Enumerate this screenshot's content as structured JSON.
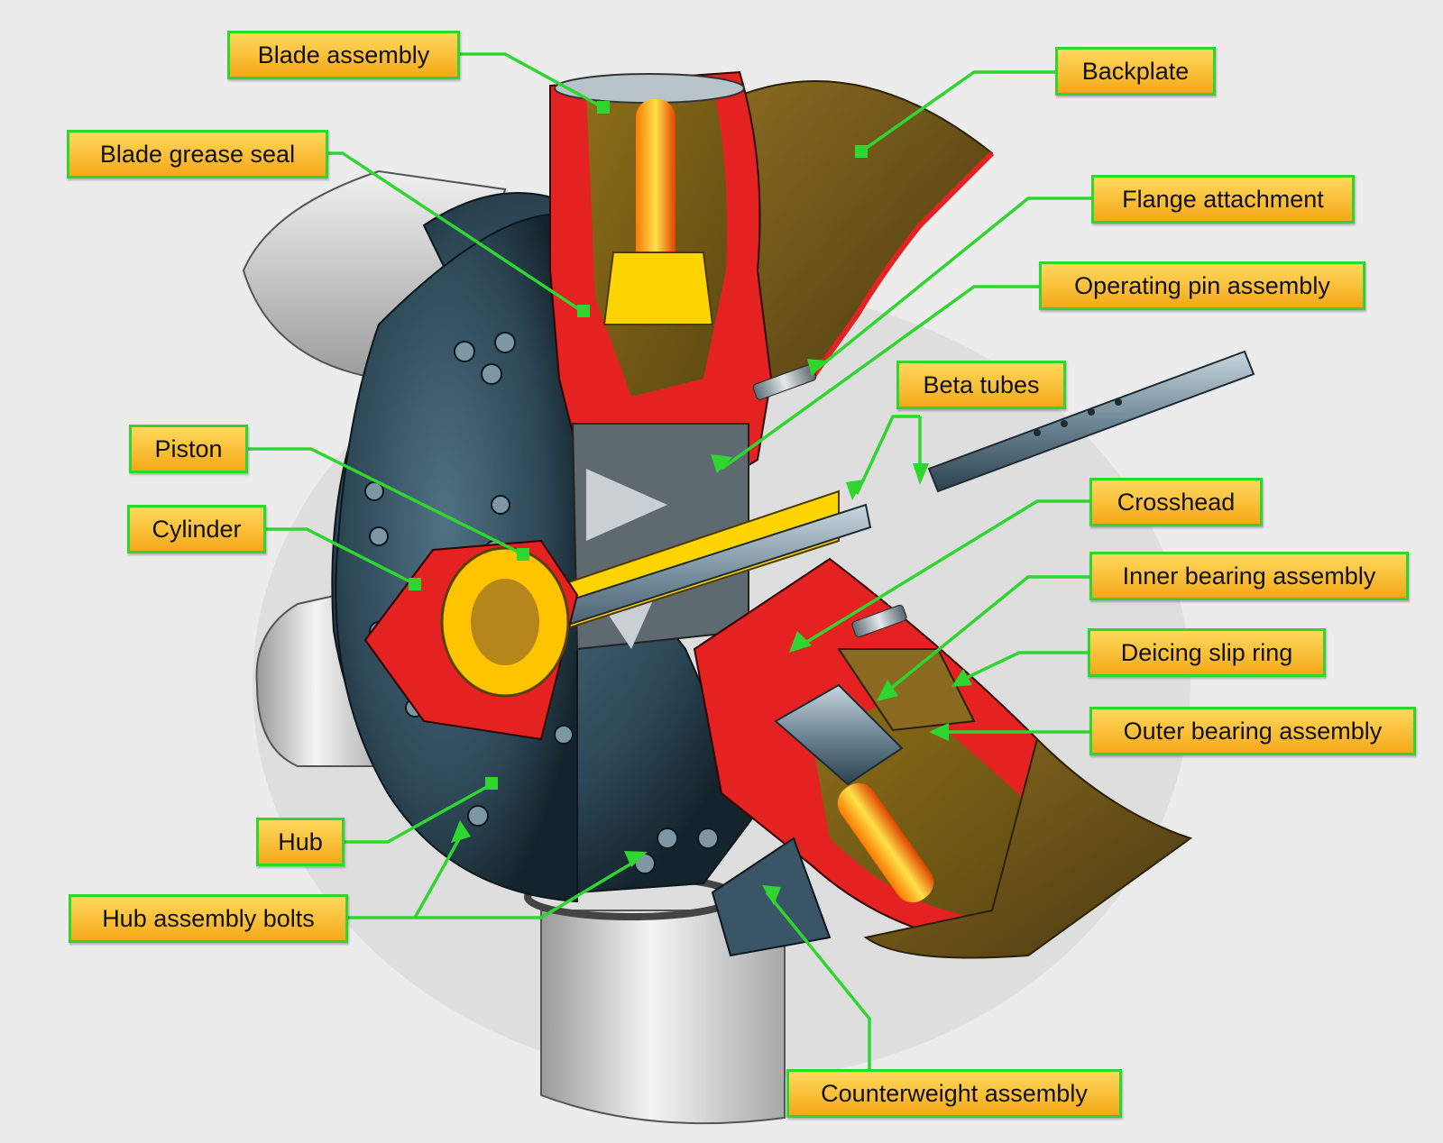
{
  "labels": {
    "blade_assembly": "Blade assembly",
    "blade_grease_seal": "Blade grease seal",
    "piston": "Piston",
    "cylinder": "Cylinder",
    "hub": "Hub",
    "hub_assembly_bolts": "Hub assembly bolts",
    "backplate": "Backplate",
    "flange_attachment": "Flange attachment",
    "operating_pin_assembly": "Operating pin assembly",
    "beta_tubes": "Beta tubes",
    "crosshead": "Crosshead",
    "inner_bearing_assembly": "Inner bearing assembly",
    "deicing_slip_ring": "Deicing slip ring",
    "outer_bearing_assembly": "Outer bearing assembly",
    "counterweight_assembly": "Counterweight assembly"
  },
  "colors": {
    "background": "#ececec",
    "leader_line": "#2fd62f",
    "label_fill_top": "#ffd95c",
    "label_fill_bottom": "#f4a91a",
    "section_red": "#e52222",
    "section_olive": "#7a5c12",
    "hub_dark": "#2f4a5a",
    "blade_grey": "#d8d8d8",
    "pin_yellow": "#ffd400"
  }
}
